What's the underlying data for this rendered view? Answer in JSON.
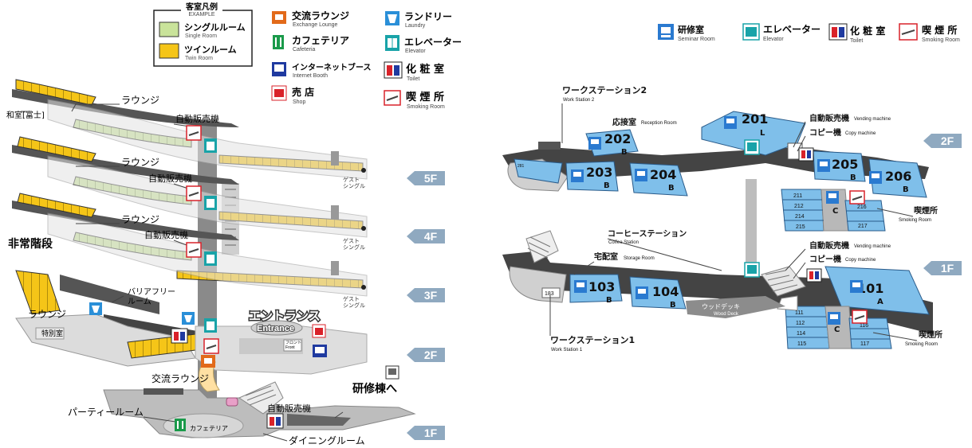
{
  "legend_left": {
    "title": "客室凡例",
    "title_en": "EXAMPLE",
    "room_types": [
      {
        "jp": "シングルルーム",
        "en": "Single Room",
        "color": "#c9e39a"
      },
      {
        "jp": "ツインルーム",
        "en": "Twin Room",
        "color": "#f5c518"
      }
    ],
    "facilities": [
      {
        "jp": "交流ラウンジ",
        "en": "Exchange Lounge",
        "icon": "lounge-icon"
      },
      {
        "jp": "カフェテリア",
        "en": "Cafeteria",
        "icon": "cafeteria-icon"
      },
      {
        "jp": "インターネットブース",
        "en": "Internet Booth",
        "icon": "internet-icon"
      },
      {
        "jp": "売 店",
        "en": "Shop",
        "icon": "shop-icon"
      },
      {
        "jp": "ランドリー",
        "en": "Laundry",
        "icon": "laundry-icon"
      },
      {
        "jp": "エレベーター",
        "en": "Elevator",
        "icon": "elevator-icon"
      },
      {
        "jp": "化 粧 室",
        "en": "Toilet",
        "icon": "toilet-icon"
      },
      {
        "jp": "喫 煙 所",
        "en": "Smoking Room",
        "icon": "smoking-icon"
      }
    ]
  },
  "legend_right": [
    {
      "jp": "研修室",
      "en": "Seminar Room",
      "icon": "seminar-icon"
    },
    {
      "jp": "エレベーター",
      "en": "Elevator",
      "icon": "elevator-icon"
    },
    {
      "jp": "化 粧 室",
      "en": "Toilet",
      "icon": "toilet-icon"
    },
    {
      "jp": "喫 煙 所",
      "en": "Smoking Room",
      "icon": "smoking-icon"
    }
  ],
  "left_map": {
    "floor_tags": [
      "5F",
      "4F",
      "3F",
      "2F",
      "1F"
    ],
    "labels": {
      "lounge": "ラウンジ",
      "washitsu": "和室[富士]",
      "vending": "自動販売機",
      "emergency_stairs": "非常階段",
      "barrier_free": "バリアフリー\nルーム",
      "special_room": "特別室",
      "entrance_jp": "エントランス",
      "entrance_en": "Entrance",
      "front": "フロント\nFront",
      "exchange_lounge": "交流ラウンジ",
      "party_room": "パーティールーム",
      "cafeteria": "カフェテリア",
      "dining_room": "ダイニングルーム",
      "to_seminar": "研修棟へ",
      "guest_single": "ゲスト\nシングル"
    }
  },
  "right_map": {
    "floor_tags": [
      "2F",
      "1F"
    ],
    "labels": {
      "ws2_jp": "ワークステーション2",
      "ws2_en": "Work Station 2",
      "reception_jp": "応接室",
      "reception_en": "Reception Room",
      "vending_jp": "自動販売機",
      "vending_en": "Vending machine",
      "copy_jp": "コピー機",
      "copy_en": "Copy machine",
      "smoking_jp": "喫煙所",
      "smoking_en": "Smoking Room",
      "coffee_jp": "コーヒーステーション",
      "coffee_en": "Coffee Station",
      "storage_jp": "宅配室",
      "storage_en": "Storage Room",
      "wood_deck_jp": "ウッドデッキ",
      "wood_deck_en": "Wood Deck",
      "ws1_jp": "ワークステーション1",
      "ws1_en": "Work Station 1"
    },
    "rooms_2f": [
      {
        "no": "201",
        "grade": "L"
      },
      {
        "no": "202",
        "grade": "B"
      },
      {
        "no": "203",
        "grade": "B"
      },
      {
        "no": "204",
        "grade": "B"
      },
      {
        "no": "205",
        "grade": "B"
      },
      {
        "no": "206",
        "grade": "B"
      }
    ],
    "rooms_1f": [
      {
        "no": "101",
        "grade": "A"
      },
      {
        "no": "103",
        "grade": "B"
      },
      {
        "no": "104",
        "grade": "B"
      }
    ],
    "small_2f": [
      "211",
      "212",
      "214",
      "215",
      "216",
      "217"
    ],
    "small_1f": [
      "111",
      "112",
      "114",
      "115",
      "116",
      "117"
    ],
    "block_2f_grade": "C",
    "block_1f_grade": "C",
    "misc_2f": [
      "281"
    ],
    "misc_1f": [
      "183"
    ]
  },
  "colors": {
    "single": "#c9e39a",
    "twin": "#f5c518",
    "seminar_blue": "#7fbfea",
    "corridor": "#3a3a3a",
    "floor_tag": "#8fa9c0",
    "toilet_red": "#d9222a",
    "elevator_teal": "#19a3a8",
    "icon_blue": "#1f3aa0"
  }
}
